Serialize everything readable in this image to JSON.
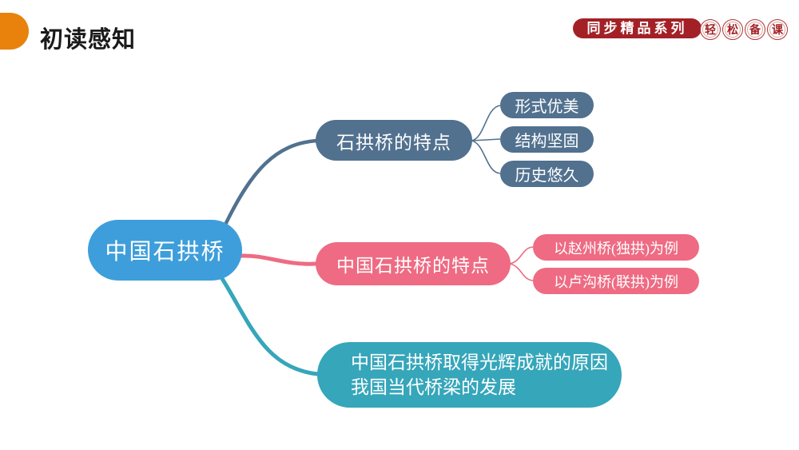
{
  "slide": {
    "title": "初读感知",
    "brand": {
      "series": "同步精品系列",
      "seals": [
        "轻",
        "松",
        "备",
        "课"
      ]
    }
  },
  "palette": {
    "accent_orange": "#E8820C",
    "brand_red": "#A32126",
    "root_blue": "#3E9EDB",
    "branch_slate": "#51718F",
    "branch_pink": "#EE6B83",
    "branch_teal": "#36A6BA"
  },
  "mindmap": {
    "root": "中国石拱桥",
    "branches": [
      {
        "label": "石拱桥的特点",
        "children": [
          "形式优美",
          "结构坚固",
          "历史悠久"
        ]
      },
      {
        "label": "中国石拱桥的特点",
        "children": [
          "以赵州桥(独拱)为例",
          "以卢沟桥(联拱)为例"
        ]
      },
      {
        "lines": [
          "中国石拱桥取得光辉成就的原因",
          "我国当代桥梁的发展"
        ],
        "children": []
      }
    ]
  }
}
